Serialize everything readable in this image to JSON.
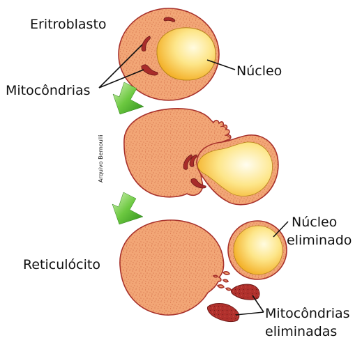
{
  "credit": "Arquivo Bernoulli",
  "stages": [
    {
      "id": "eritroblasto",
      "label": "Eritroblasto"
    },
    {
      "id": "intermediate",
      "label": ""
    },
    {
      "id": "reticulocito",
      "label": "Reticulócito"
    }
  ],
  "labels": {
    "eritroblasto": "Eritroblasto",
    "nucleo": "Núcleo",
    "mitocondrias": "Mitocôndrias",
    "reticulocito": "Reticulócito",
    "nucleo_eliminado_line1": "Núcleo",
    "nucleo_eliminado_line2": "eliminado",
    "mito_eliminadas_line1": "Mitocôndrias",
    "mito_eliminadas_line2": "eliminadas"
  },
  "colors": {
    "cytoplasm": "#f2a676",
    "cytoplasm_speckle": "#c4502e",
    "membrane": "#a8322c",
    "nucleus_outer": "#f4b020",
    "nucleus_inner": "#fffbe0",
    "mitochondria": "#a82c2a",
    "arrow_green": "#3aa023",
    "arrow_light": "#c8f0a8"
  },
  "icons": [
    "green-arrow-down",
    "green-arrow-down"
  ]
}
